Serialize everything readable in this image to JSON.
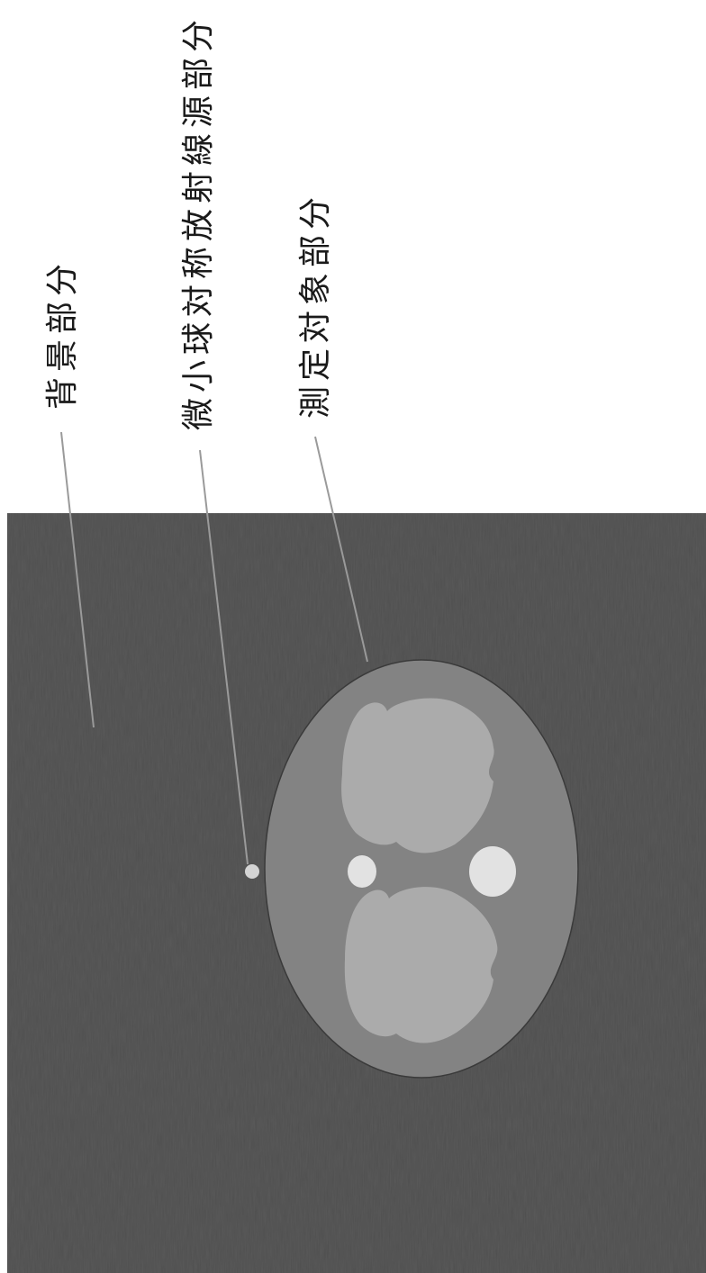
{
  "labels": {
    "background": "背景部分",
    "point_source": "微小球対称放射線源部分",
    "object": "測定対象部分"
  },
  "colors": {
    "page": "#ffffff",
    "background_region": "#4e4e4e",
    "object_body": "#838383",
    "object_lungs": "#ababab",
    "object_spots": "#e2e2e2",
    "point_source": "#d4d4d4",
    "leader_line": "#9a9a9a"
  }
}
